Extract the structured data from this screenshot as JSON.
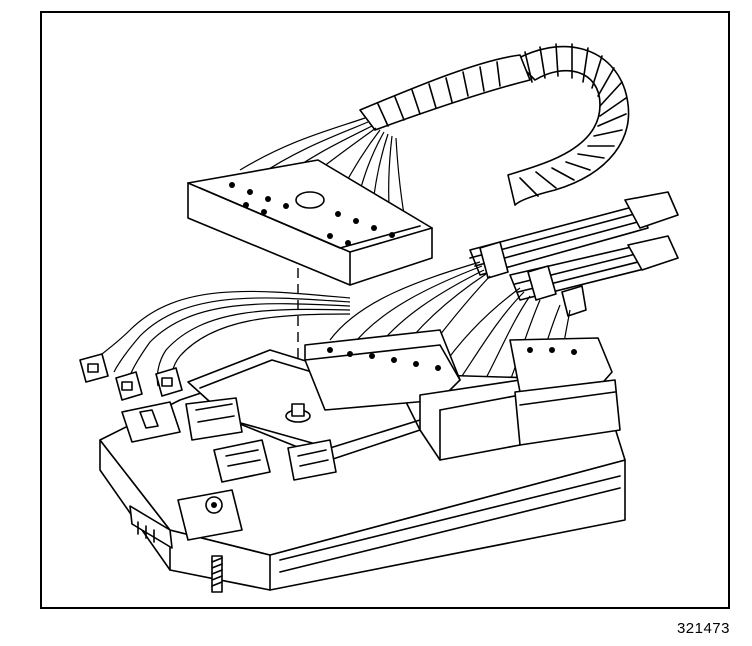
{
  "figure": {
    "number": "321473"
  },
  "colors": {
    "line": "#000000",
    "background": "#ffffff"
  },
  "parts": [
    "connector-block",
    "wire-harness",
    "convoluted-conduit",
    "fuse-relay-block",
    "mounting-bolt",
    "bolt-alignment-line",
    "relay-socket",
    "pigtail-connectors"
  ]
}
